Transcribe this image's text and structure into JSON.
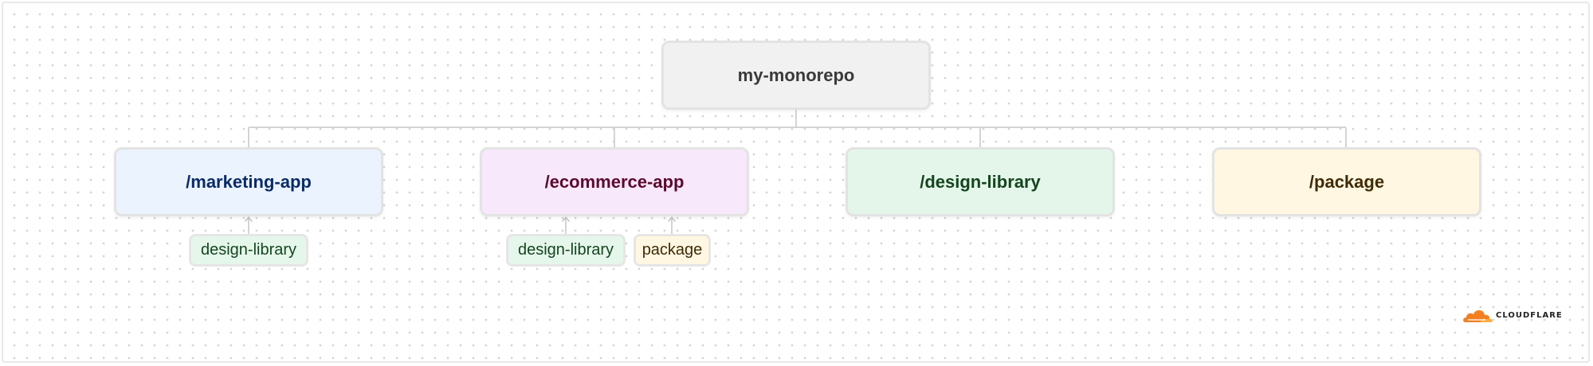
{
  "root": {
    "label": "my-monorepo"
  },
  "children": [
    {
      "label": "/marketing-app"
    },
    {
      "label": "/ecommerce-app"
    },
    {
      "label": "/design-library"
    },
    {
      "label": "/package"
    }
  ],
  "dependencies": {
    "marketing_app": [
      "design-library"
    ],
    "ecommerce_app": [
      "design-library",
      "package"
    ]
  },
  "logo": {
    "text": "CLOUDFLARE",
    "icon": "cloud-icon",
    "color": "#f38020"
  },
  "colors": {
    "root_bg": "#f1f1f1",
    "marketing_bg": "#ebf3fe",
    "ecommerce_bg": "#f7e8fb",
    "design_bg": "#e4f6ea",
    "package_bg": "#fff7e2",
    "connector": "#d4d4d4"
  }
}
